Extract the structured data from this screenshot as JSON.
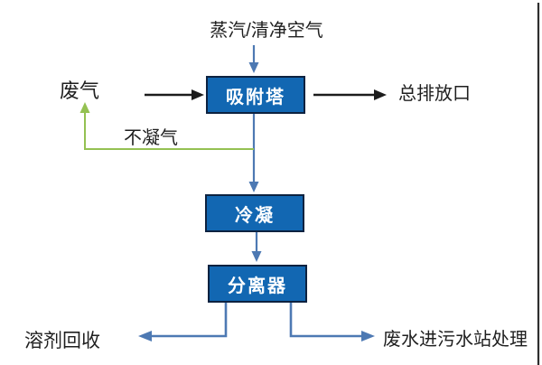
{
  "diagram": {
    "type": "process-flow",
    "background": "#ffffff",
    "colors": {
      "background": "#ffffff",
      "box_fill": "#1267b2",
      "box_border": "#0d2240",
      "box_text": "#ffffff",
      "flow_blue": "#4d79b3",
      "flow_black": "#1c1c1c",
      "recycle_green": "#94c152",
      "label_text": "#1f1f1f",
      "edge_artifact": "#2e2e2e"
    },
    "nodes": {
      "adsorption_tower": {
        "label": "吸附塔"
      },
      "condenser": {
        "label": "冷凝"
      },
      "separator": {
        "label": "分离器"
      }
    },
    "labels": {
      "steam_clean_air": "蒸汽/清净空气",
      "waste_gas": "废气",
      "non_condensable_gas": "不凝气",
      "main_outlet": "总排放口",
      "solvent_recovery": "溶剂回收",
      "wastewater_treatment": "废水进污水站处理"
    },
    "flows": [
      {
        "from": "蒸汽/清净空气",
        "to": "吸附塔",
        "color": "blue"
      },
      {
        "from": "废气",
        "to": "吸附塔",
        "color": "black"
      },
      {
        "from": "吸附塔",
        "to": "总排放口",
        "color": "black"
      },
      {
        "from": "吸附塔",
        "to": "冷凝",
        "color": "blue"
      },
      {
        "from": "冷凝出口支线(不凝气)",
        "to": "废气入口",
        "color": "green"
      },
      {
        "from": "冷凝",
        "to": "分离器",
        "color": "blue"
      },
      {
        "from": "分离器",
        "to": "溶剂回收",
        "color": "blue"
      },
      {
        "from": "分离器",
        "to": "废水进污水站处理",
        "color": "blue"
      }
    ]
  }
}
